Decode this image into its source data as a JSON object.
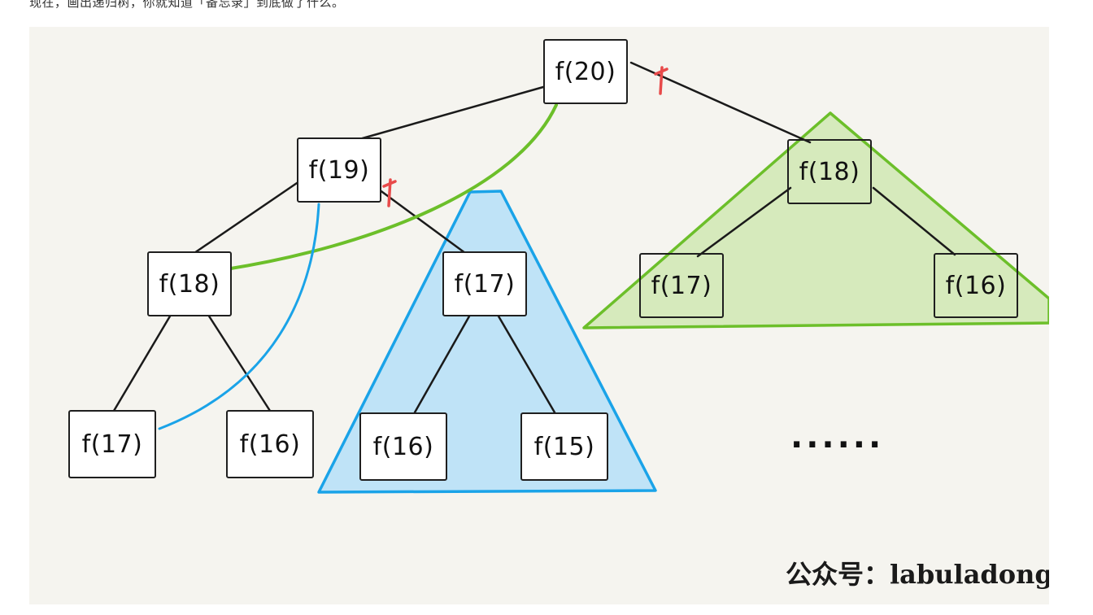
{
  "caption": "现在，画出递归树，你就知道「备忘录」到底做了什么。",
  "nodes": {
    "root": "f(20)",
    "l1_left": "f(19)",
    "l1_right": "f(18)",
    "l2_a": "f(18)",
    "l2_b": "f(17)",
    "l2_c": "f(17)",
    "l2_d": "f(16)",
    "l3_a": "f(17)",
    "l3_b": "f(16)",
    "l3_c": "f(16)",
    "l3_d": "f(15)"
  },
  "ellipsis": "······",
  "watermark": "公众号：labuladong",
  "colors": {
    "blue_fill": "#bfe3f7",
    "blue_stroke": "#1aa3e8",
    "green_fill": "#d6eabc",
    "green_stroke": "#6cbf2a",
    "prune_mark": "#e84a4a",
    "edge": "#1a1a1a"
  }
}
